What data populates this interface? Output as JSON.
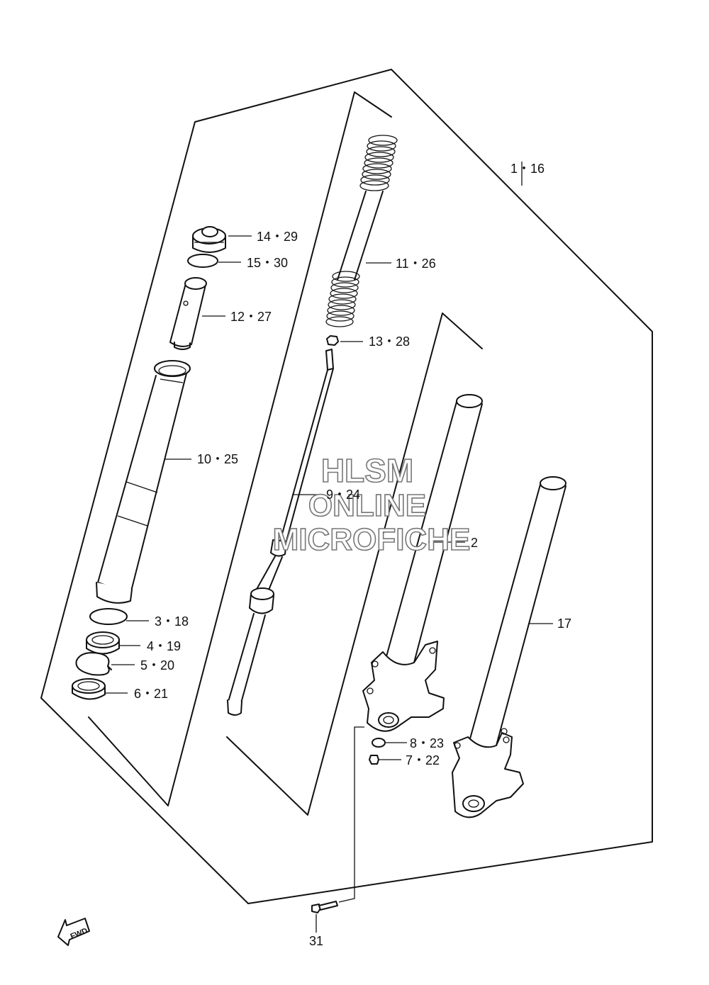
{
  "labels": {
    "l_1_16": "1・16",
    "l_14_29": "14・29",
    "l_15_30": "15・30",
    "l_12_27": "12・27",
    "l_11_26": "11・26",
    "l_13_28": "13・28",
    "l_10_25": "10・25",
    "l_9_24": "9・24",
    "l_2": "2",
    "l_17": "17",
    "l_3_18": "3・18",
    "l_4_19": "4・19",
    "l_5_20": "5・20",
    "l_6_21": "6・21",
    "l_8_23": "8・23",
    "l_7_22": "7・22",
    "l_31": "31"
  },
  "watermark": {
    "line1": "HLSM",
    "line2": "ONLINE",
    "line3": "MICROFICHE"
  },
  "fwd": "FWD"
}
